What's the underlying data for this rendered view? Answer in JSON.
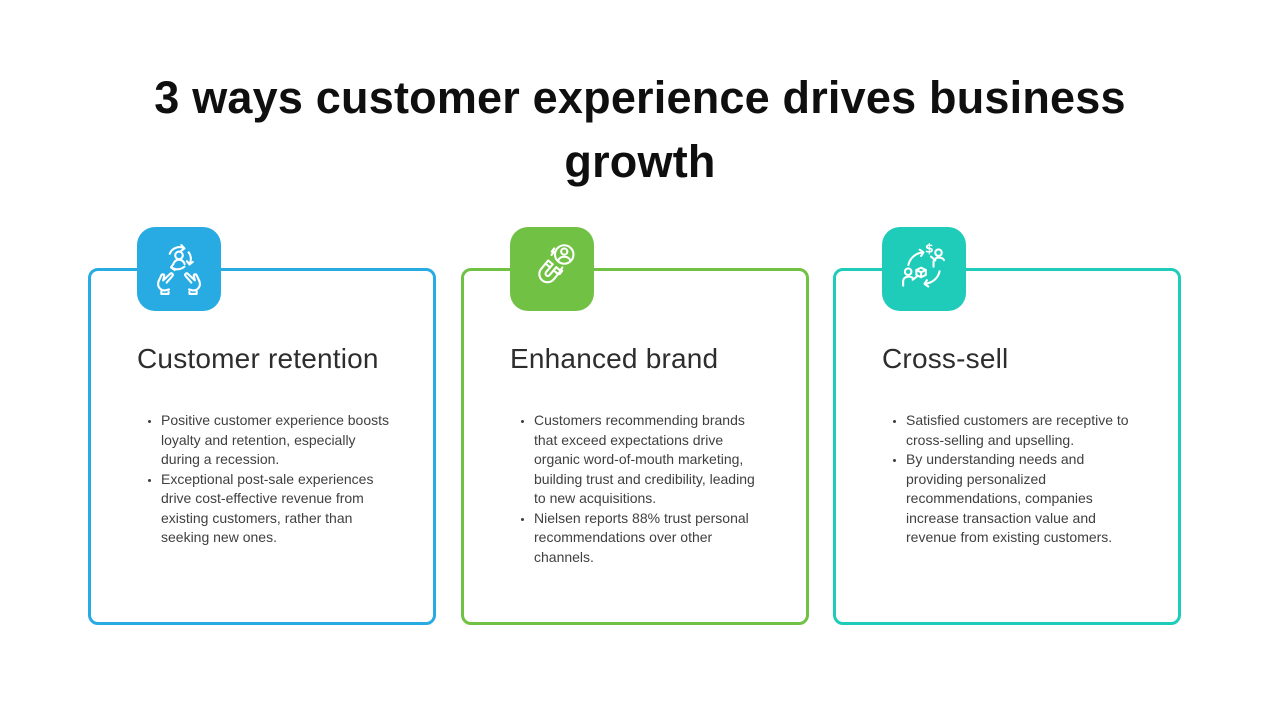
{
  "page": {
    "background": "#ffffff",
    "title": "3 ways customer experience drives business growth",
    "title_color": "#0f0f0f"
  },
  "cards": [
    {
      "title": "Customer retention",
      "accent": "#27ABE2",
      "icon": "hands-holding-customer-icon",
      "bullets": [
        "Positive customer experience boosts loyalty and retention, especially during a recession.",
        "Exceptional post-sale experiences drive cost-effective revenue from existing customers, rather than seeking new ones."
      ]
    },
    {
      "title": "Enhanced brand",
      "accent": "#71C244",
      "icon": "magnet-attracting-customer-icon",
      "bullets": [
        "Customers recommending brands that exceed expectations drive organic word-of-mouth marketing, building trust and credibility, leading to new acquisitions.",
        "Nielsen reports 88% trust personal recommendations over other channels."
      ]
    },
    {
      "title": "Cross-sell",
      "accent": "#1FCBB9",
      "icon": "exchange-dollar-product-icon",
      "bullets": [
        "Satisfied customers are receptive to cross-selling and upselling.",
        "By understanding needs and providing personalized recommendations, companies increase transaction value and revenue from existing customers."
      ]
    }
  ]
}
